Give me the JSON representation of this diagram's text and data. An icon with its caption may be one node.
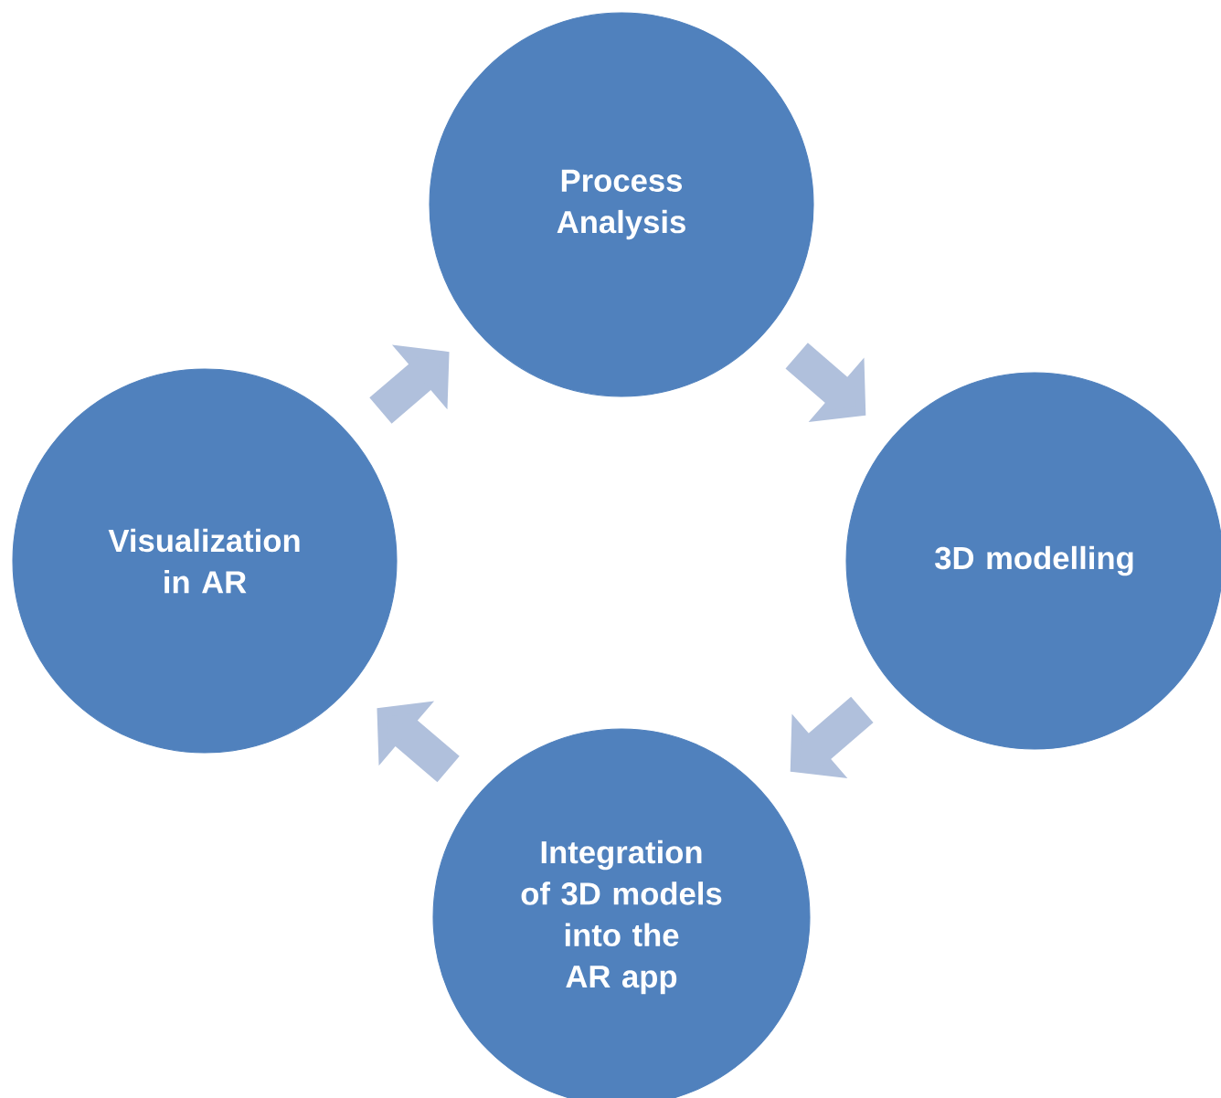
{
  "diagram": {
    "nodes": [
      {
        "text": [
          "Process Analysis"
        ]
      },
      {
        "text": [
          "3D modelling"
        ]
      },
      {
        "text": [
          "Integration of 3D models into the AR app"
        ]
      },
      {
        "text": [
          "Visualization in AR"
        ]
      }
    ],
    "edges": [
      {
        "from": 0,
        "to": 1,
        "arrow": "to"
      },
      {
        "from": 1,
        "to": 2,
        "arrow": "to"
      },
      {
        "from": 2,
        "to": 3,
        "arrow": "to"
      },
      {
        "from": 3,
        "to": 0,
        "arrow": "to"
      }
    ]
  }
}
